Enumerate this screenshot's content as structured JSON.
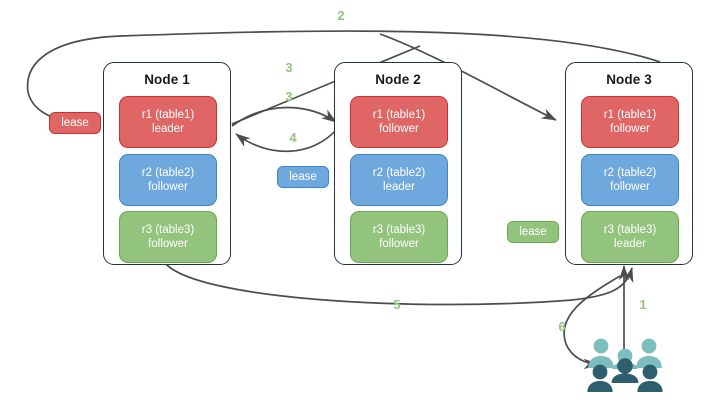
{
  "diagram": {
    "title": "Distributed replica lease diagram",
    "colors": {
      "red": "#e06666",
      "red_border": "#cc2f2f",
      "blue": "#6fa8dc",
      "blue_border": "#3d85c6",
      "green": "#93c47d",
      "green_border": "#6aa84f",
      "node_border": "#26324a",
      "edge": "#4d4d4d",
      "label": "#93c47d",
      "people_light": "#7cbdbd",
      "people_dark": "#2f5f6f",
      "background": "#ffffff"
    }
  },
  "nodes": [
    {
      "id": "node-1",
      "title": "Node 1",
      "replicas": [
        {
          "id": "r1",
          "name": "r1 (table1)",
          "role": "leader",
          "color": "red"
        },
        {
          "id": "r2",
          "name": "r2 (table2)",
          "role": "follower",
          "color": "blue"
        },
        {
          "id": "r3",
          "name": "r3 (table3)",
          "role": "follower",
          "color": "green"
        }
      ]
    },
    {
      "id": "node-2",
      "title": "Node 2",
      "replicas": [
        {
          "id": "r1",
          "name": "r1 (table1)",
          "role": "follower",
          "color": "red"
        },
        {
          "id": "r2",
          "name": "r2 (table2)",
          "role": "leader",
          "color": "blue"
        },
        {
          "id": "r3",
          "name": "r3 (table3)",
          "role": "follower",
          "color": "green"
        }
      ]
    },
    {
      "id": "node-3",
      "title": "Node 3",
      "replicas": [
        {
          "id": "r1",
          "name": "r1 (table1)",
          "role": "follower",
          "color": "red"
        },
        {
          "id": "r2",
          "name": "r2 (table2)",
          "role": "follower",
          "color": "blue"
        },
        {
          "id": "r3",
          "name": "r3 (table3)",
          "role": "leader",
          "color": "green"
        }
      ]
    }
  ],
  "leases": [
    {
      "id": "lease-table1",
      "label": "lease",
      "color": "red"
    },
    {
      "id": "lease-table2",
      "label": "lease",
      "color": "blue"
    },
    {
      "id": "lease-table3",
      "label": "lease",
      "color": "green"
    }
  ],
  "edge_labels": [
    {
      "id": "label-2",
      "text": "2"
    },
    {
      "id": "label-3a",
      "text": "3"
    },
    {
      "id": "label-3b",
      "text": "3"
    },
    {
      "id": "label-4",
      "text": "4"
    },
    {
      "id": "label-5",
      "text": "5"
    },
    {
      "id": "label-1",
      "text": "1"
    },
    {
      "id": "label-6",
      "text": "6"
    }
  ],
  "actors": {
    "client_group": "users-icon"
  }
}
